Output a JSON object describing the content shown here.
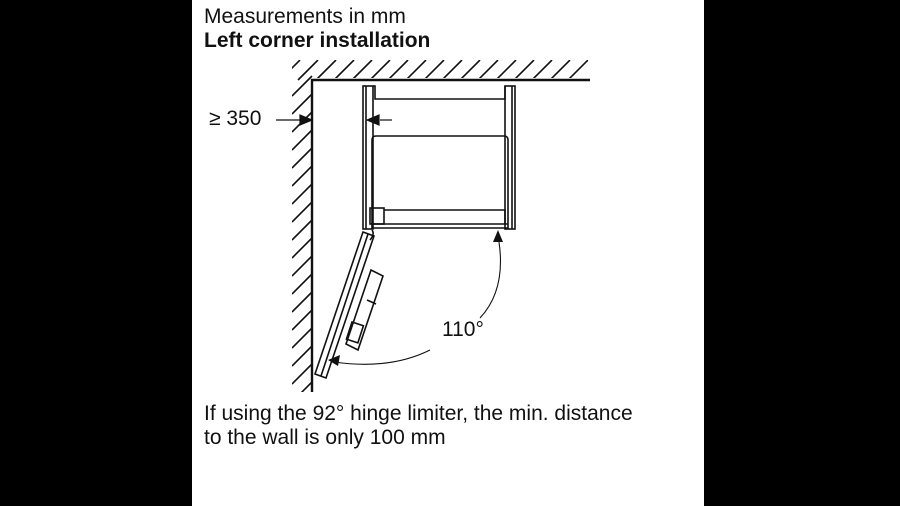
{
  "header": {
    "line1": "Measurements in mm",
    "line2": "Left corner installation"
  },
  "diagram": {
    "wall_distance_label": "≥ 350",
    "door_angle_label": "110°"
  },
  "footnote": {
    "line1": "If using the 92° hinge limiter, the min. distance",
    "line2": "to the wall is only 100 mm"
  },
  "colors": {
    "background": "#000000",
    "panel": "#ffffff",
    "ink": "#111111"
  }
}
